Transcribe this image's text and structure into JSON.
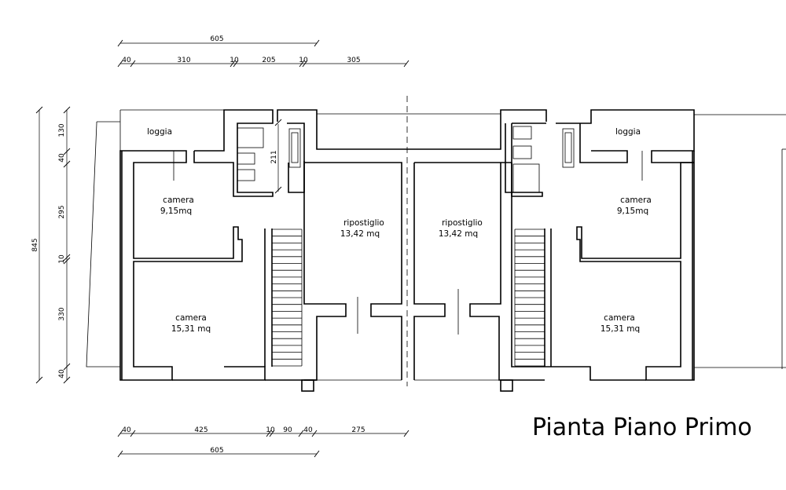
{
  "title": "Pianta Piano Primo",
  "dimensions": {
    "top_total": "605",
    "top_segments": [
      "40",
      "310",
      "10",
      "205",
      "10",
      "305"
    ],
    "bottom_segments": [
      "40",
      "425",
      "10",
      "90",
      "40",
      "275"
    ],
    "bottom_total": "605",
    "left_total": "845",
    "left_segments": [
      "130",
      "40",
      "295",
      "10",
      "330",
      "40"
    ],
    "inner_vertical": "211"
  },
  "rooms": {
    "left_loggia": "loggia",
    "left_camera_small_name": "camera",
    "left_camera_small_area": "9,15mq",
    "left_camera_large_name": "camera",
    "left_camera_large_area": "15,31 mq",
    "left_ripostiglio_name": "ripostiglio",
    "left_ripostiglio_area": "13,42 mq",
    "right_ripostiglio_name": "ripostiglio",
    "right_ripostiglio_area": "13,42 mq",
    "right_loggia": "loggia",
    "right_camera_small_name": "camera",
    "right_camera_small_area": "9,15mq",
    "right_camera_large_name": "camera",
    "right_camera_large_area": "15,31 mq"
  }
}
